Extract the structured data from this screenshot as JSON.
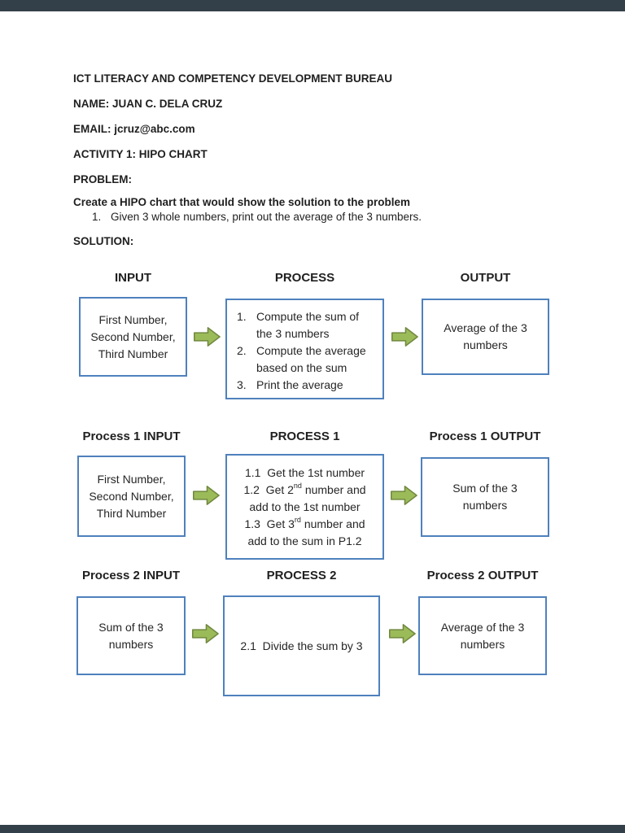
{
  "frame": {
    "top_bar_color": "#334049",
    "bottom_bar_color": "#334049",
    "page_color": "#ffffff"
  },
  "colors": {
    "box_border": "#4f81bd",
    "arrow_fill": "#9bbb59",
    "arrow_outline": "#71893f",
    "text": "#1f1f1f"
  },
  "document_header": {
    "bureau_title": "ICT LITERACY AND COMPETENCY DEVELOPMENT BUREAU",
    "name_line": "NAME: JUAN C. DELA CRUZ",
    "email_line": "EMAIL: jcruz@abc.com",
    "activity_line": "ACTIVITY 1: HIPO CHART",
    "problem_label": "PROBLEM:",
    "problem_instruction": "Create a HIPO chart that would show the solution to the problem",
    "problem_item_number": "1.",
    "problem_item_text": "Given 3 whole numbers, print out the average of the 3 numbers.",
    "solution_label": "SOLUTION:"
  },
  "hipo_chart": {
    "row1": {
      "input_header": "INPUT",
      "process_header": "PROCESS",
      "output_header": "OUTPUT",
      "input_lines": [
        "First Number,",
        "Second Number,",
        "Third Number"
      ],
      "process_list": [
        {
          "num": "1.",
          "line1": "Compute the sum of",
          "line2": "the 3 numbers"
        },
        {
          "num": "2.",
          "line1": "Compute the average",
          "line2": "based on the sum"
        },
        {
          "num": "3.",
          "line1": "Print the average"
        }
      ],
      "output_lines": [
        "Average of the 3",
        "numbers"
      ]
    },
    "row2": {
      "input_header": "Process 1 INPUT",
      "process_header": "PROCESS 1",
      "output_header": "Process 1 OUTPUT",
      "input_lines": [
        "First Number,",
        "Second Number,",
        "Third Number"
      ],
      "process_lines": [
        {
          "pre": "1.1  Get the 1st number",
          "sup": "",
          "post": ""
        },
        {
          "pre": "1.2  Get 2",
          "sup": "nd",
          "post": " number and"
        },
        {
          "pre": "add to the 1st number",
          "sup": "",
          "post": ""
        },
        {
          "pre": "1.3  Get 3",
          "sup": "rd",
          "post": " number and"
        },
        {
          "pre": "add to the sum in P1.2",
          "sup": "",
          "post": ""
        }
      ],
      "output_lines": [
        "Sum of the 3",
        "numbers"
      ]
    },
    "row3": {
      "input_header": "Process 2 INPUT",
      "process_header": "PROCESS 2",
      "output_header": "Process 2 OUTPUT",
      "input_lines": [
        "Sum of the 3",
        "numbers"
      ],
      "process_lines": [
        {
          "pre": "2.1  Divide the sum by 3",
          "sup": "",
          "post": ""
        }
      ],
      "output_lines": [
        "Average of the 3",
        "numbers"
      ]
    }
  }
}
